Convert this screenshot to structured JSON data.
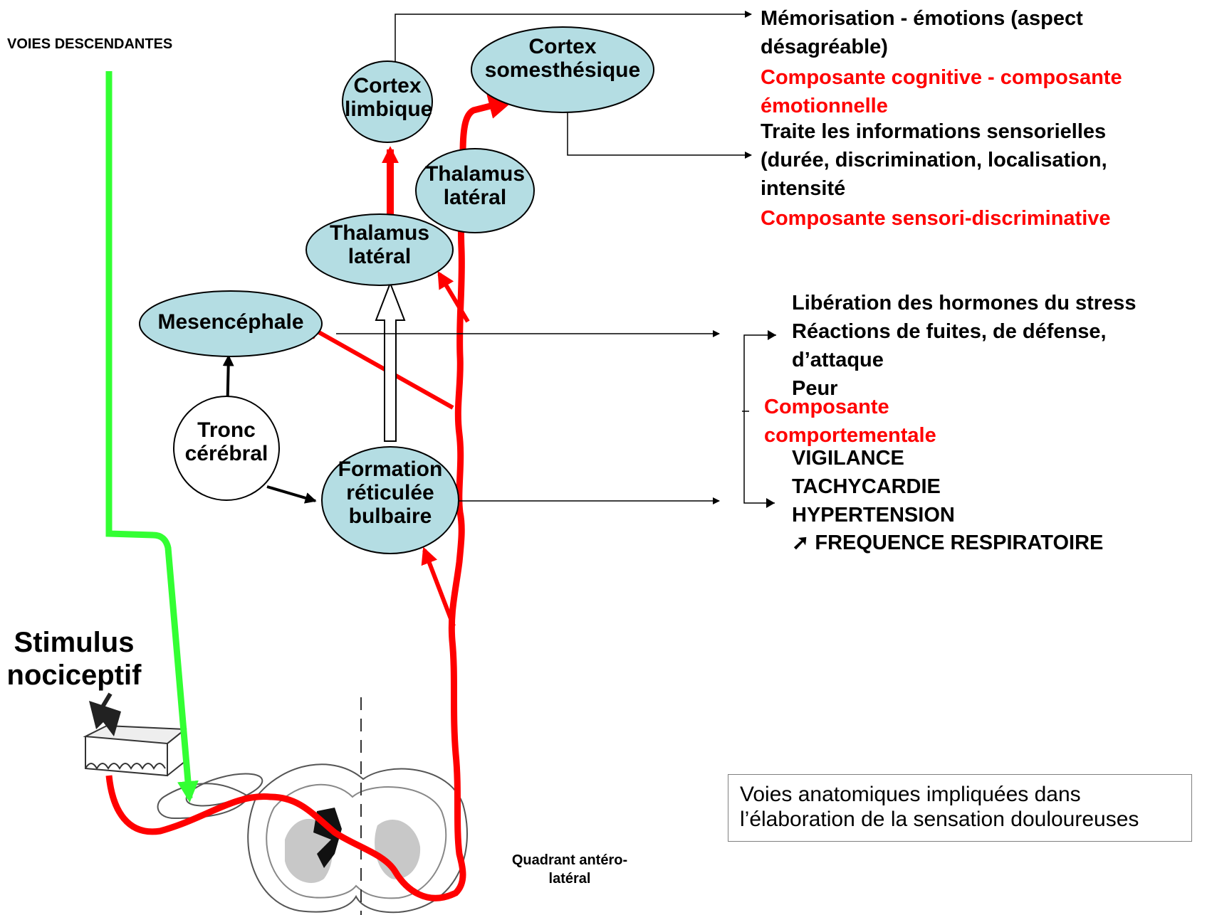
{
  "labels": {
    "voies_descendantes": "VOIES DESCENDANTES",
    "stimulus_line1": "Stimulus",
    "stimulus_line2": "nociceptif",
    "quadrant_line1": "Quadrant antéro-",
    "quadrant_line2": "latéral"
  },
  "nodes": {
    "cortex_limbique": [
      "Cortex",
      "limbique"
    ],
    "cortex_somesthesique": [
      "Cortex",
      "somesthésique"
    ],
    "thalamus_lateral_right": [
      "Thalamus",
      "latéral"
    ],
    "thalamus_lateral_left": [
      "Thalamus",
      "latéral"
    ],
    "mesencephale": "Mesencéphale",
    "tronc_cerebral": [
      "Tronc",
      "cérébral"
    ],
    "formation_reticulee": [
      "Formation",
      "réticulée",
      "bulbaire"
    ]
  },
  "right_text": {
    "memorisation": [
      "Mémorisation - émotions (aspect",
      "désagréable)"
    ],
    "comp_cognitive": [
      "Composante cognitive - composante",
      "émotionnelle"
    ],
    "traite": [
      "Traite les informations sensorielles",
      "(durée, discrimination, localisation,",
      "intensité"
    ],
    "comp_sensori": "Composante sensori-discriminative",
    "liberation": [
      "Libération des hormones du stress",
      "Réactions de fuites, de défense,",
      "d’attaque",
      "Peur"
    ],
    "comp_comportementale": [
      "Composante",
      "comportementale"
    ],
    "vigilance": [
      "VIGILANCE",
      "TACHYCARDIE",
      "HYPERTENSION"
    ],
    "frequence_arrow": "➚",
    "frequence": "FREQUENCE RESPIRATOIRE"
  },
  "caption": [
    "Voies anatomiques impliquées dans",
    "l’élaboration de la sensation douloureuses"
  ],
  "colors": {
    "oval_fill": "#b4dde3",
    "pathway_red": "#ff0000",
    "descending_green": "#33ff33",
    "text_red": "#ff0000"
  }
}
